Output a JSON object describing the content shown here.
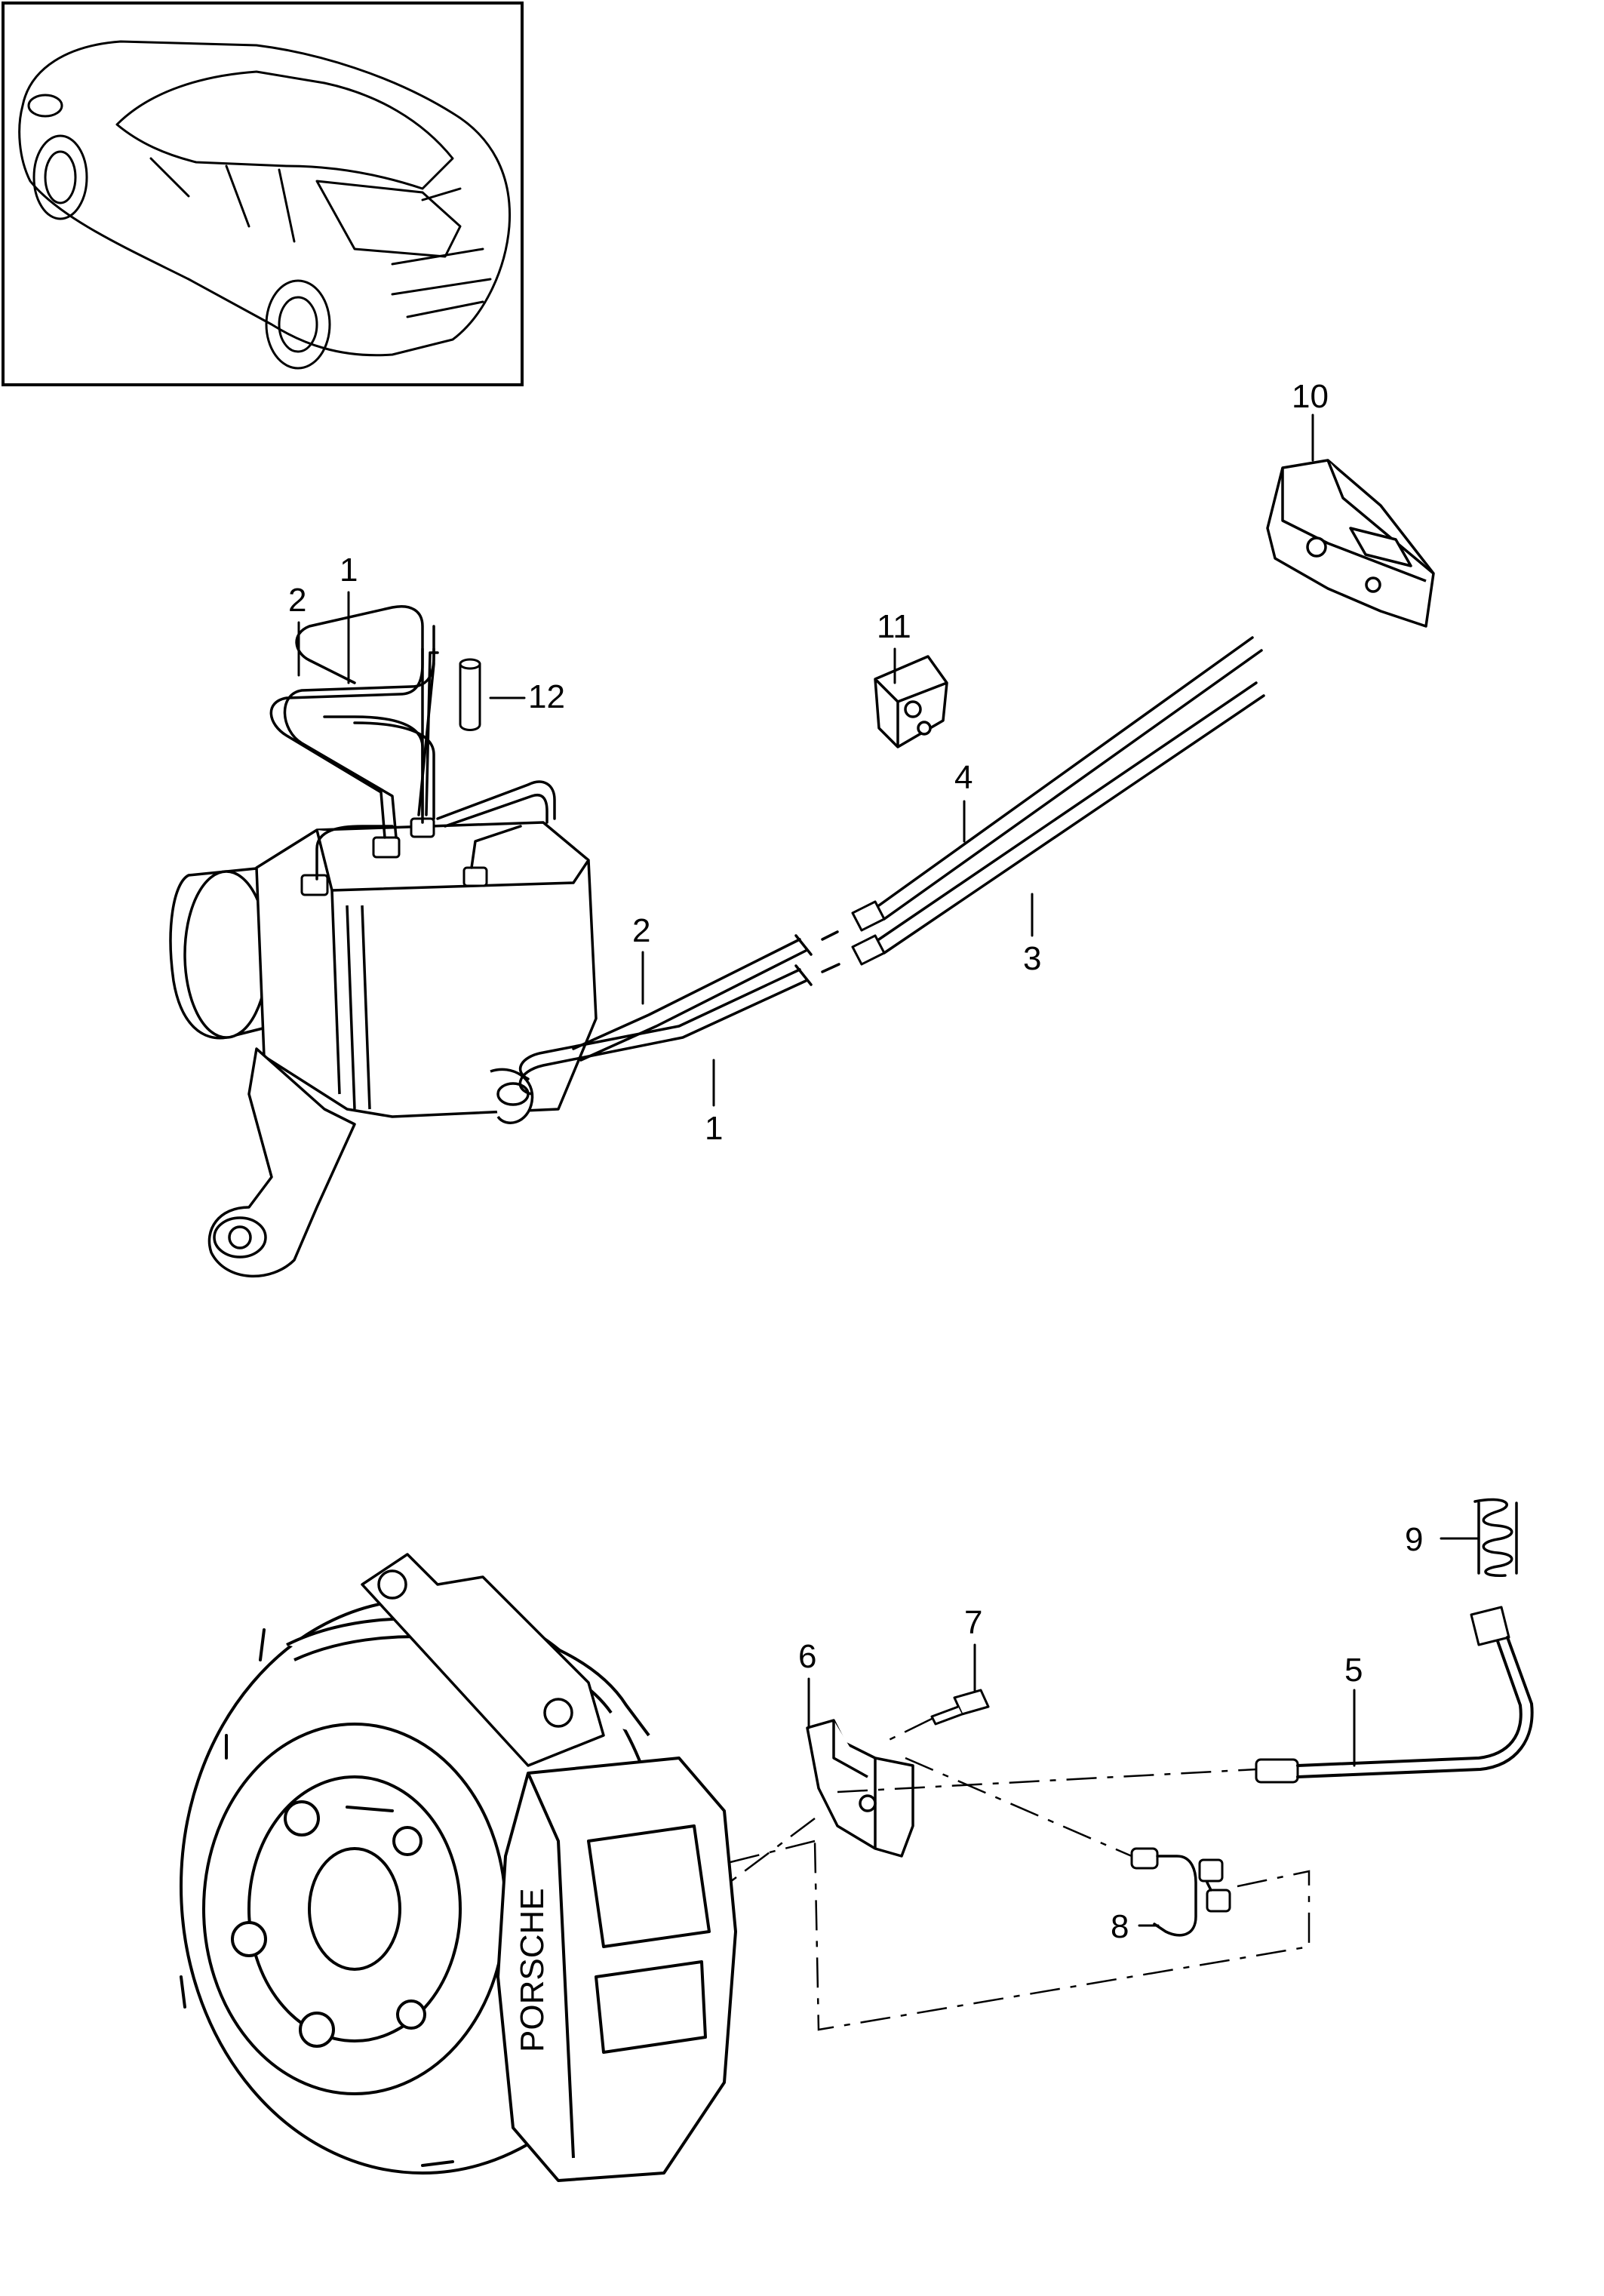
{
  "diagram": {
    "callouts": {
      "c1a": "1",
      "c1b": "1",
      "c2a": "2",
      "c2b": "2",
      "c3": "3",
      "c4": "4",
      "c5": "5",
      "c6": "6",
      "c7": "7",
      "c8": "8",
      "c9": "9",
      "c10": "10",
      "c11": "11",
      "c12": "12"
    },
    "logo_text": "PORSCHE"
  }
}
